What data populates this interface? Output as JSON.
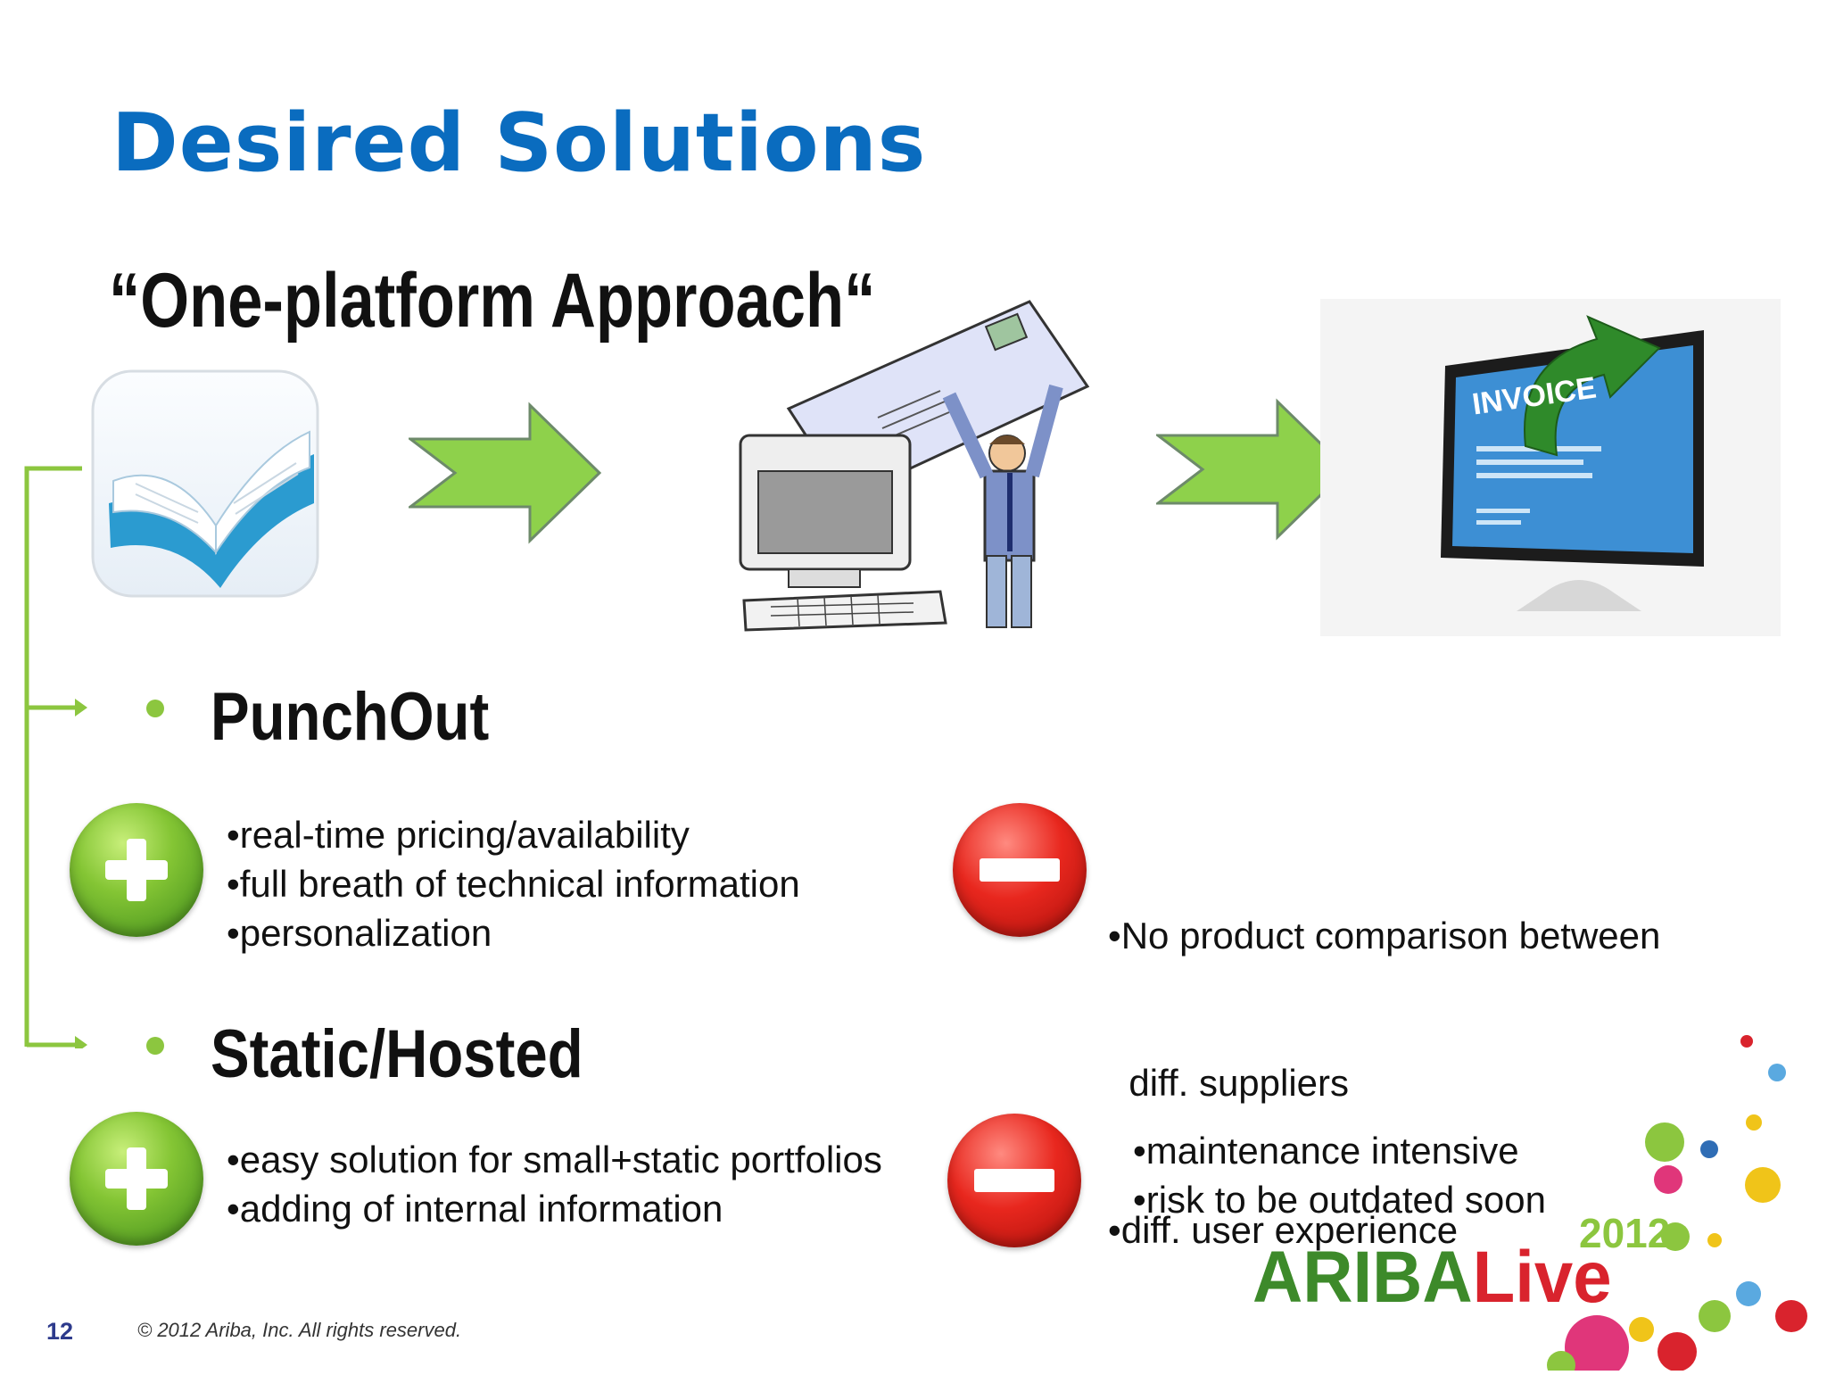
{
  "slide": {
    "title": "Desired Solutions",
    "subtitle": "“One-platform Approach“",
    "page_number": "12",
    "copyright": "© 2012 Ariba, Inc. All rights reserved."
  },
  "sections": [
    {
      "heading": "PunchOut",
      "pros": [
        "•real-time pricing/availability",
        "•full breath of technical information",
        "•personalization"
      ],
      "cons": [
        "•No product comparison between",
        "  diff. suppliers",
        "•diff. user experience"
      ]
    },
    {
      "heading": "Static/Hosted",
      "pros": [
        "•easy solution for small+static portfolios",
        "•adding of internal information"
      ],
      "cons": [
        "•maintenance intensive",
        "•risk to be outdated soon"
      ]
    }
  ],
  "flow_images": {
    "catalog_icon": "open-book-icon",
    "upload_illustration": "man-uploading-letter-into-computer",
    "invoice_screen_label": "INVOICE"
  },
  "branding": {
    "year": "2012",
    "name_part1": "ARIBA",
    "name_part2": "Live"
  },
  "colors": {
    "title_blue": "#0a6cbf",
    "accent_green": "#8cc63f",
    "arrow_green": "#8ed14b",
    "minus_red": "#e8271e",
    "bracket_green": "#8cc63f"
  }
}
